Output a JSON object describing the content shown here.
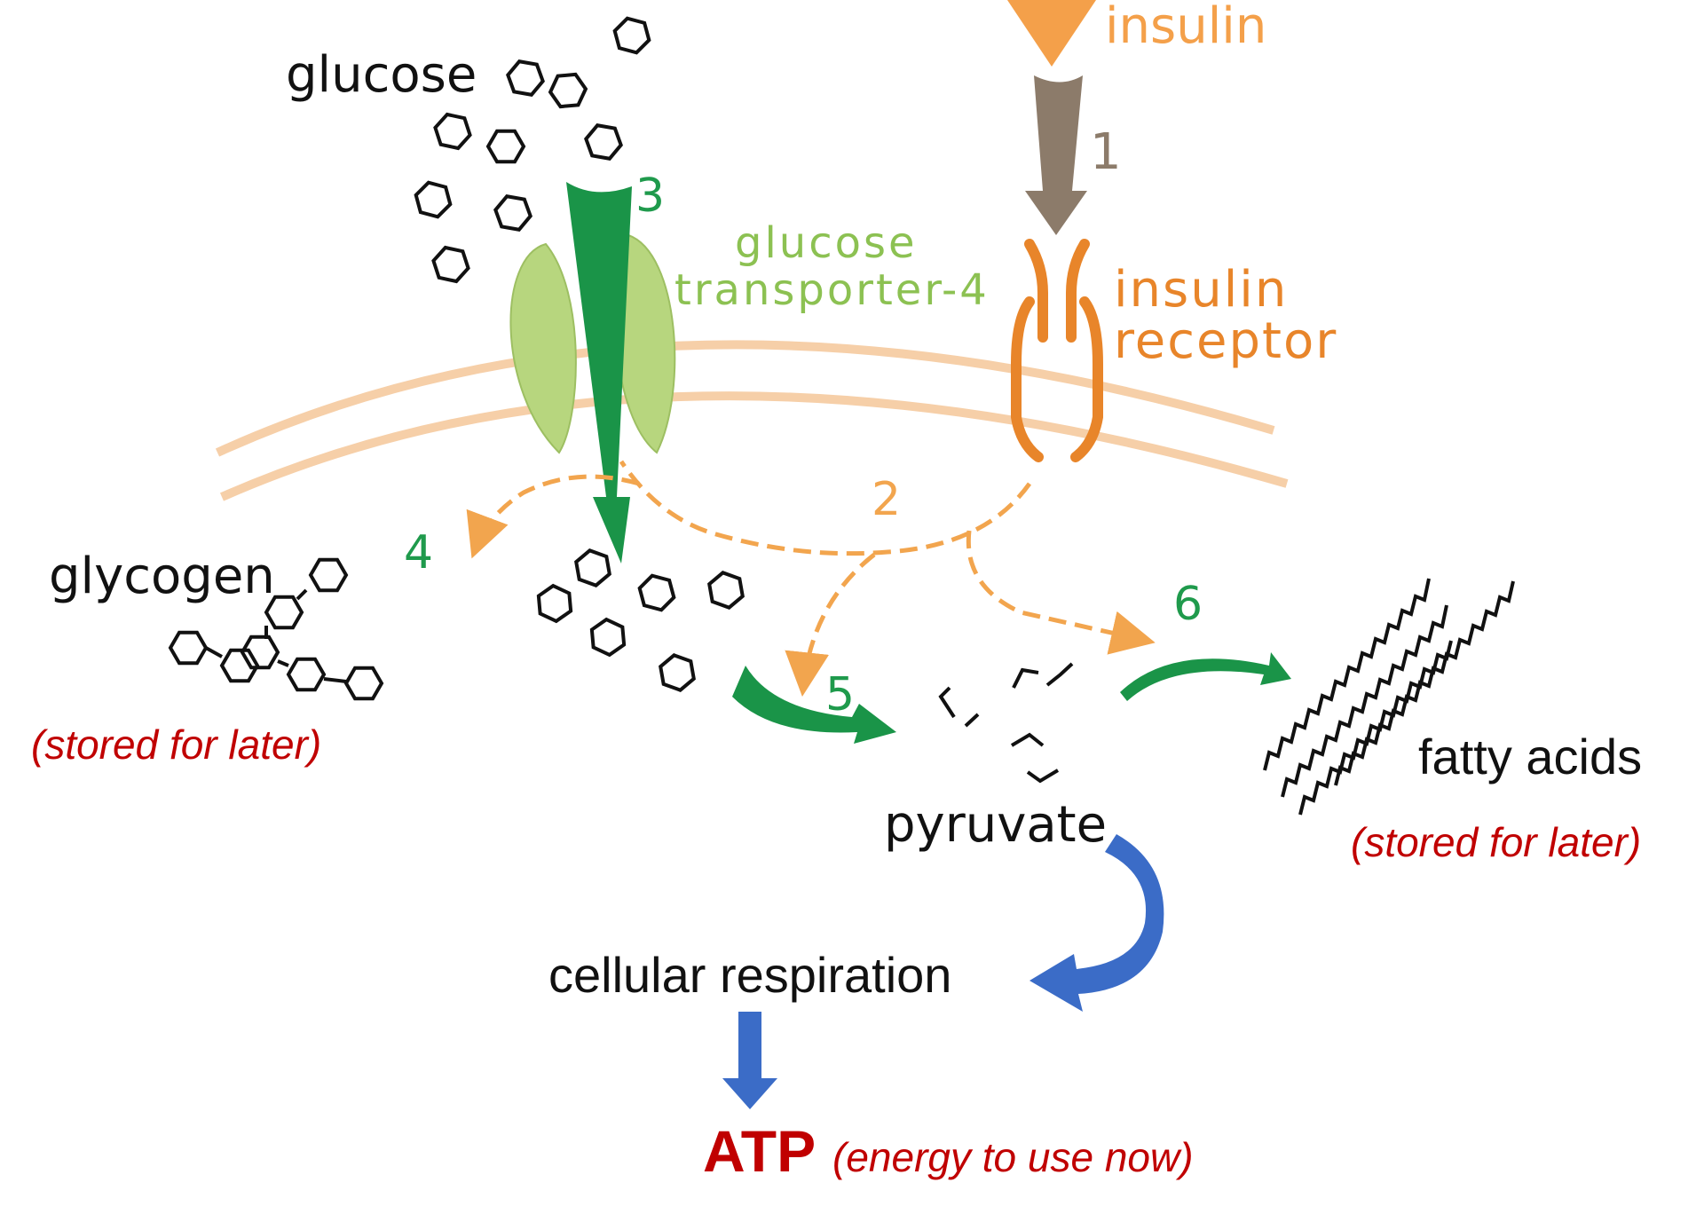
{
  "labels": {
    "glucose": "glucose",
    "insulin": "insulin",
    "glut4_line1": "glucose",
    "glut4_line2": "transporter-4",
    "receptor_line1": "insulin",
    "receptor_line2": "receptor",
    "glycogen": "glycogen",
    "stored_left": "(stored for later)",
    "pyruvate": "pyruvate",
    "fatty_acids": "fatty acids",
    "stored_right": "(stored for later)",
    "cellular_respiration": "cellular respiration",
    "atp": "ATP",
    "atp_note": "(energy to use now)"
  },
  "step_numbers": {
    "s1": "1",
    "s2": "2",
    "s3": "3",
    "s4": "4",
    "s5": "5",
    "s6": "6"
  },
  "colors": {
    "black_text": "#111111",
    "insulin_orange": "#f4a04a",
    "receptor_orange": "#e8852a",
    "membrane": "#f6cfa8",
    "glut4_fill": "#b7d67e",
    "glut4_text": "#8cc152",
    "green_arrow": "#1a9448",
    "step_green": "#1f9a4c",
    "signal_orange": "#f2a54e",
    "brown_arrow": "#8c7b6a",
    "blue_arrow": "#3b6cc7",
    "red_text": "#c00000"
  }
}
